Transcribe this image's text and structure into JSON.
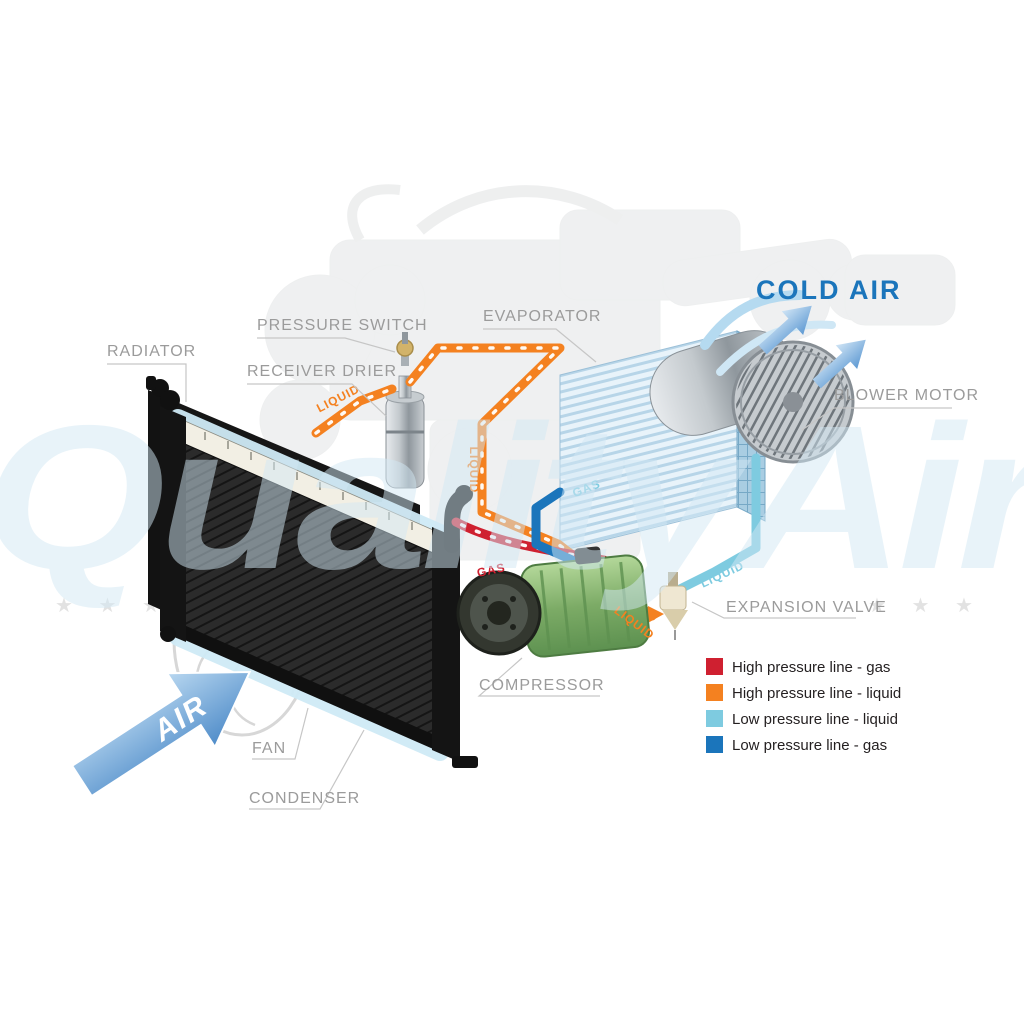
{
  "watermark": {
    "text": "QualityAir",
    "stars_left": "★ ★ ★",
    "stars_right": "★ ★ ★"
  },
  "airflow": {
    "air": "AIR",
    "cold_air": "COLD AIR"
  },
  "labels": {
    "radiator": "RADIATOR",
    "pressure_switch": "PRESSURE SWITCH",
    "receiver_drier": "RECEIVER DRIER",
    "evaporator": "EVAPORATOR",
    "blower_motor": "BLOWER MOTOR",
    "expansion_valve": "EXPANSION VALVE",
    "compressor": "COMPRESSOR",
    "fan": "FAN",
    "condenser": "CONDENSER"
  },
  "flow_labels": {
    "liquid": "LIQUID",
    "gas": "GAS"
  },
  "legend": {
    "items": [
      {
        "label": "High pressure line - gas",
        "color": "#cf2030"
      },
      {
        "label": "High pressure line - liquid",
        "color": "#f48120"
      },
      {
        "label": "Low pressure line - liquid",
        "color": "#7ecbe0"
      },
      {
        "label": "Low pressure line - gas",
        "color": "#1b75bb"
      }
    ]
  }
}
